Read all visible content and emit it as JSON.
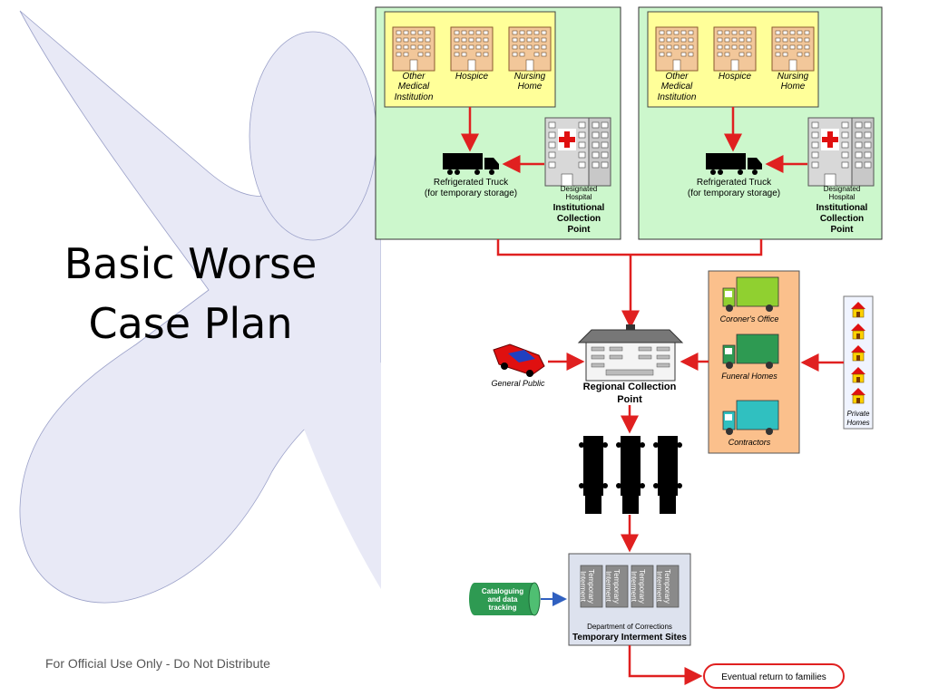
{
  "slide": {
    "title_line1": "Basic Worse",
    "title_line2": "Case Plan",
    "footer": "For Official Use Only - Do Not Distribute"
  },
  "diagram": {
    "panels": [
      {
        "buildings": [
          "Other",
          "Medical",
          "Institution",
          "Hospice",
          "Nursing",
          "Home"
        ],
        "truck_line1": "Refrigerated Truck",
        "truck_line2": "(for temporary storage)",
        "hospital_line1": "Designated",
        "hospital_line2": "Hospital",
        "icp_line1": "Institutional",
        "icp_line2": "Collection",
        "icp_line3": "Point"
      },
      {
        "buildings": [
          "Other",
          "Medical",
          "Institution",
          "Hospice",
          "Nursing",
          "Home"
        ],
        "truck_line1": "Refrigerated Truck",
        "truck_line2": "(for temporary storage)",
        "hospital_line1": "Designated",
        "hospital_line2": "Hospital",
        "icp_line1": "Institutional",
        "icp_line2": "Collection",
        "icp_line3": "Point"
      }
    ],
    "general_public": "General Public",
    "rcp_line1": "Regional Collection",
    "rcp_line2": "Point",
    "coroners_office": "Coroner's Office",
    "funeral_homes": "Funeral Homes",
    "contractors": "Contractors",
    "private_line1": "Private",
    "private_line2": "Homes",
    "cataloguing_line1": "Cataloguing",
    "cataloguing_line2": "and data",
    "cataloguing_line3": "tracking",
    "interment_column_line1": "Temporary",
    "interment_column_line2": "Interment",
    "doc_label": "Department of Corrections",
    "tis_label": "Temporary Interment Sites",
    "eventual_return": "Eventual return to families",
    "colors": {
      "panel_fill": "#ccf7cc",
      "building_box": "#ffff99",
      "arrow": "#e02020",
      "provider_box": "#fbc08c",
      "cataloguing": "#2e9a52",
      "connector_blue": "#3060c0"
    }
  }
}
